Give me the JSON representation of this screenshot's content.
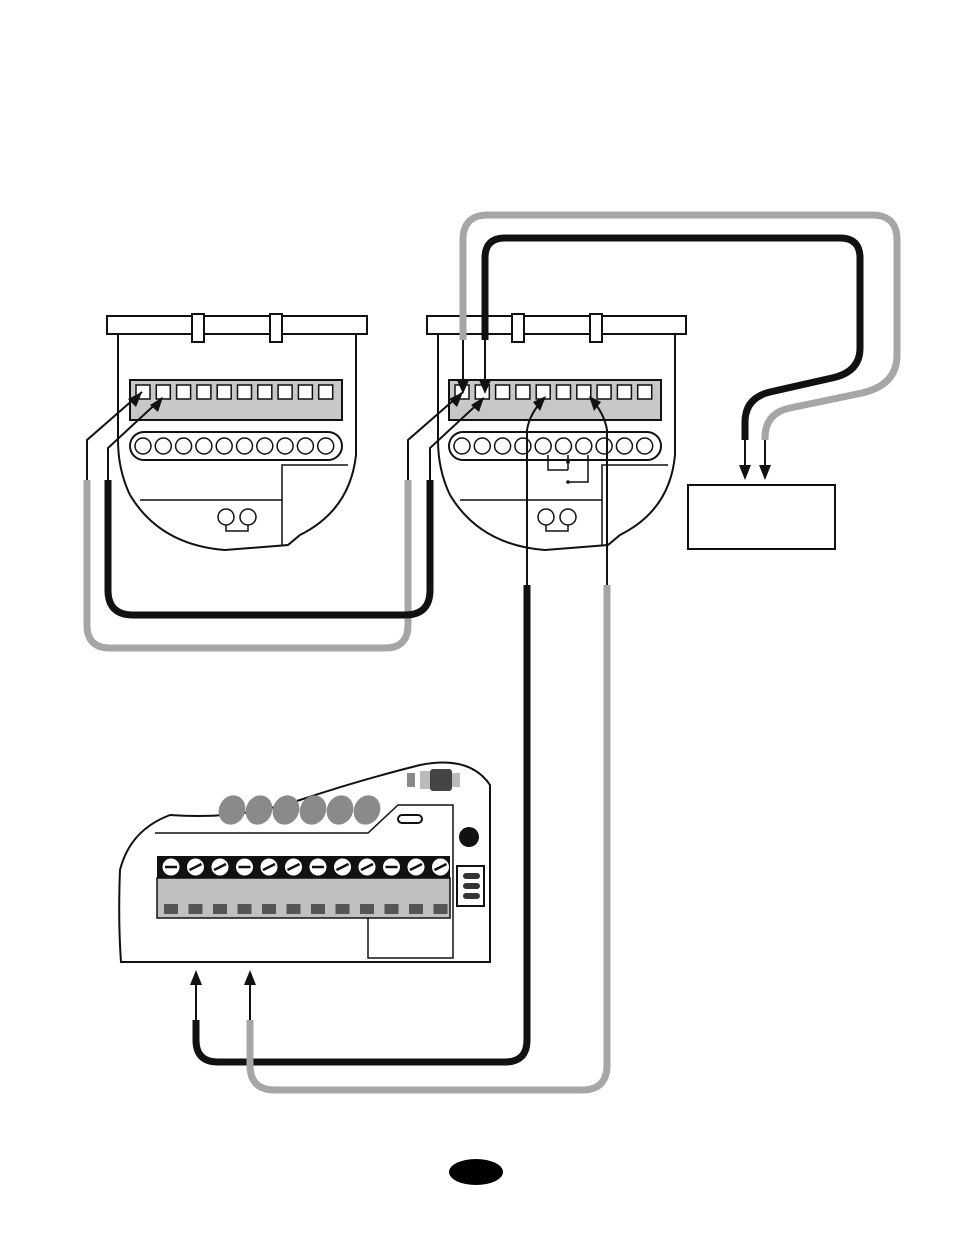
{
  "diagram": {
    "detectors": [
      {
        "name": "detector-left",
        "square_terminals": 10,
        "round_terminals": 10
      },
      {
        "name": "detector-right",
        "square_terminals": 10,
        "round_terminals": 10
      }
    ],
    "control_panel": {
      "screw_terminals": 12,
      "led_count": 6
    },
    "device_box": {},
    "wires": {
      "black_color": "#111111",
      "gray_color": "#a6a6a6"
    },
    "page_marker": {
      "color": "#000000"
    }
  }
}
